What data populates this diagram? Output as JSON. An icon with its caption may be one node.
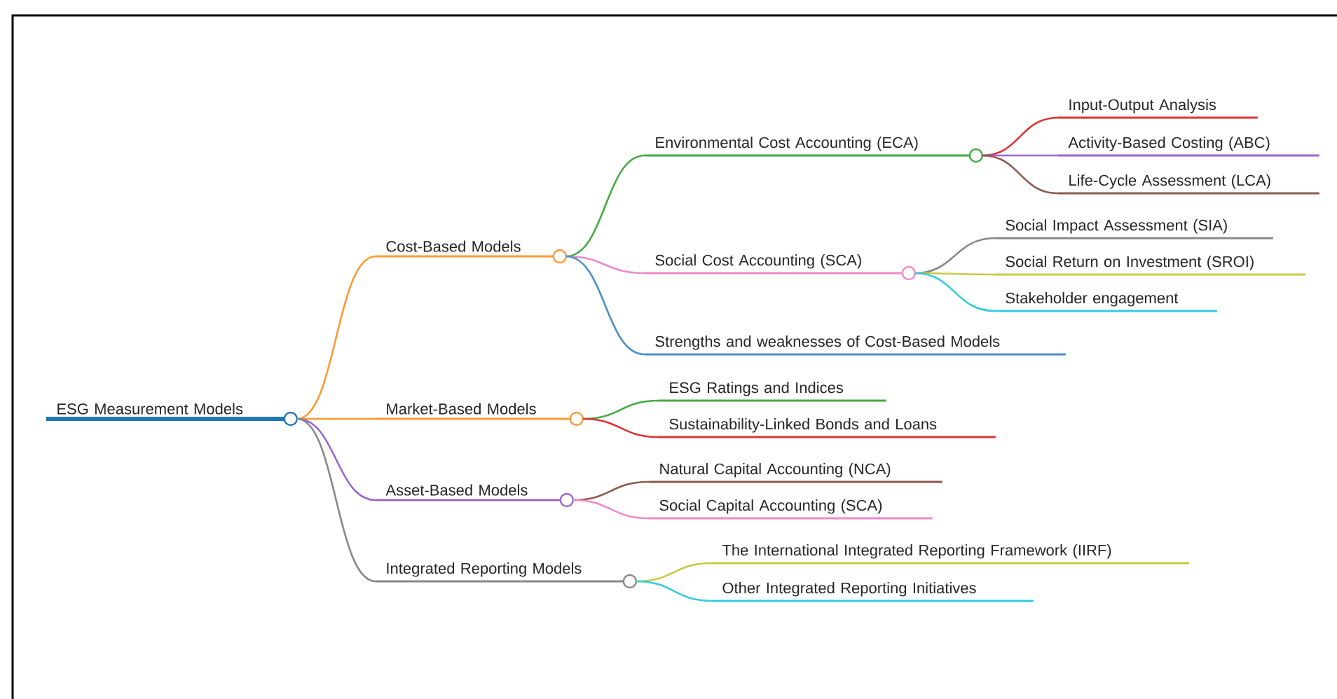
{
  "diagram": {
    "nodes": [
      {
        "text": [
          "ESG Measurement Models"
        ]
      },
      {
        "text": [
          "Cost-Based Models"
        ]
      },
      {
        "text": [
          "Environmental Cost Accounting (ECA)"
        ]
      },
      {
        "text": [
          "Input-Output Analysis"
        ]
      },
      {
        "text": [
          "Activity-Based Costing (ABC)"
        ]
      },
      {
        "text": [
          "Life-Cycle Assessment (LCA)"
        ]
      },
      {
        "text": [
          "Social Cost Accounting (SCA)"
        ]
      },
      {
        "text": [
          "Social Impact Assessment (SIA)"
        ]
      },
      {
        "text": [
          "Social Return on Investment (SROI)"
        ]
      },
      {
        "text": [
          "Stakeholder engagement"
        ]
      },
      {
        "text": [
          "Strengths and weaknesses of Cost-Based Models"
        ]
      },
      {
        "text": [
          "Market-Based Models"
        ]
      },
      {
        "text": [
          "ESG Ratings and Indices"
        ]
      },
      {
        "text": [
          "Sustainability-Linked Bonds and Loans"
        ]
      },
      {
        "text": [
          "Asset-Based Models"
        ]
      },
      {
        "text": [
          "Natural Capital Accounting (NCA)"
        ]
      },
      {
        "text": [
          "Social Capital Accounting (SCA)"
        ]
      },
      {
        "text": [
          "Integrated Reporting Models"
        ]
      },
      {
        "text": [
          "The International Integrated Reporting Framework (IIRF)"
        ]
      },
      {
        "text": [
          "Other Integrated Reporting Initiatives"
        ]
      }
    ],
    "edges": [
      {
        "from": 0,
        "to": 1,
        "arrow": "none",
        "color": "#ff9933"
      },
      {
        "from": 1,
        "to": 2,
        "arrow": "none",
        "color": "#44aa44"
      },
      {
        "from": 2,
        "to": 3,
        "arrow": "none",
        "color": "#dd3333"
      },
      {
        "from": 2,
        "to": 4,
        "arrow": "none",
        "color": "#9966cc"
      },
      {
        "from": 2,
        "to": 5,
        "arrow": "none",
        "color": "#8c5a4e"
      },
      {
        "from": 1,
        "to": 6,
        "arrow": "none",
        "color": "#ee88cc"
      },
      {
        "from": 6,
        "to": 7,
        "arrow": "none",
        "color": "#888888"
      },
      {
        "from": 6,
        "to": 8,
        "arrow": "none",
        "color": "#c8c844"
      },
      {
        "from": 6,
        "to": 9,
        "arrow": "none",
        "color": "#33ccdd"
      },
      {
        "from": 1,
        "to": 10,
        "arrow": "none",
        "color": "#4a90c8"
      },
      {
        "from": 0,
        "to": 11,
        "arrow": "none",
        "color": "#ff9933"
      },
      {
        "from": 11,
        "to": 12,
        "arrow": "none",
        "color": "#44aa44"
      },
      {
        "from": 11,
        "to": 13,
        "arrow": "none",
        "color": "#dd3333"
      },
      {
        "from": 0,
        "to": 14,
        "arrow": "none",
        "color": "#9966cc"
      },
      {
        "from": 14,
        "to": 15,
        "arrow": "none",
        "color": "#8c5a4e"
      },
      {
        "from": 14,
        "to": 16,
        "arrow": "none",
        "color": "#ee88cc"
      },
      {
        "from": 0,
        "to": 17,
        "arrow": "none",
        "color": "#888888"
      },
      {
        "from": 17,
        "to": 18,
        "arrow": "none",
        "color": "#c8c844"
      },
      {
        "from": 17,
        "to": 19,
        "arrow": "none",
        "color": "#33ccdd"
      }
    ]
  }
}
